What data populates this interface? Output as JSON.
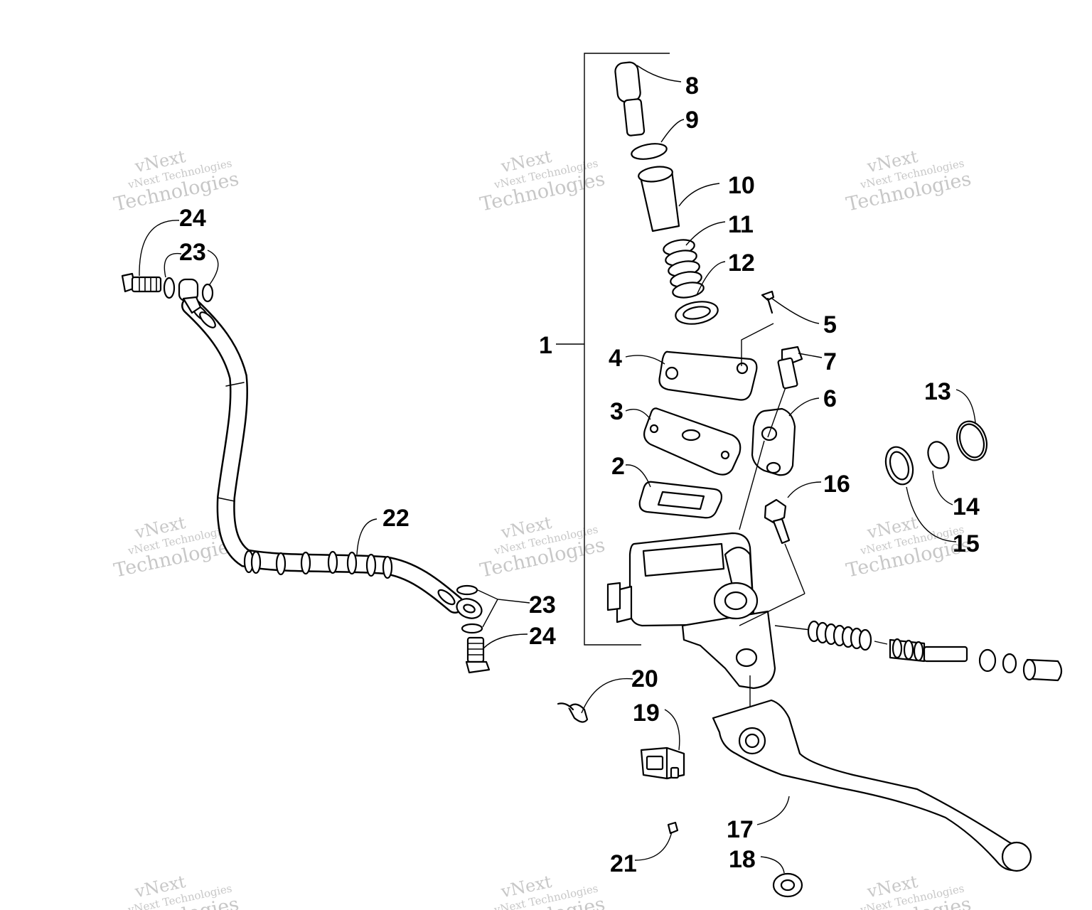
{
  "watermark": {
    "company": "vNext Technologies",
    "line1": "vNext",
    "line2": "Technologies"
  },
  "callouts": [
    "1",
    "2",
    "3",
    "4",
    "5",
    "6",
    "7",
    "8",
    "9",
    "10",
    "11",
    "12",
    "13",
    "14",
    "15",
    "16",
    "17",
    "18",
    "19",
    "20",
    "21",
    "22",
    "23",
    "23",
    "24",
    "24"
  ]
}
